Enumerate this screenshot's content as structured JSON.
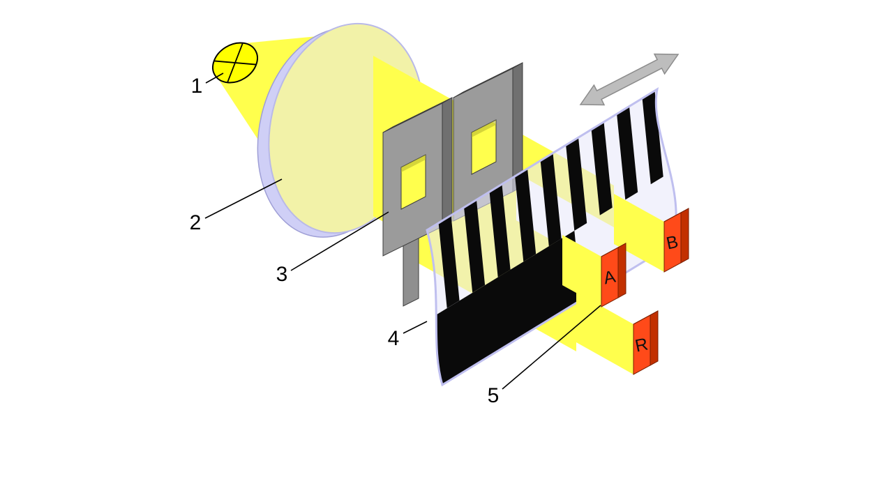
{
  "diagram": {
    "background_color": "#FFFFFF",
    "callout_labels": {
      "n1": "1",
      "n2": "2",
      "n3": "3",
      "n4": "4",
      "n5": "5"
    },
    "detector_labels": {
      "a": "A",
      "b": "B",
      "r": "R"
    },
    "colors": {
      "beam": "#FFFF4D",
      "bulb": "#FFFF00",
      "lens_body": "#F2F2A8",
      "lens_rim": "#CFCFF6",
      "mask_front": "#9B9B9B",
      "mask_top": "#C6C6C6",
      "mask_side": "#707070",
      "mask_holder": "#8F8F8F",
      "scale_fill": "#E8E8FA",
      "scale_edge": "#BFBFEF",
      "track_black": "#0A0A0A",
      "detector_front": "#FF4A19",
      "detector_side": "#C23000",
      "detector_top": "#FF7A50",
      "arrow": "#BDBDBD",
      "label": "#000000"
    }
  }
}
